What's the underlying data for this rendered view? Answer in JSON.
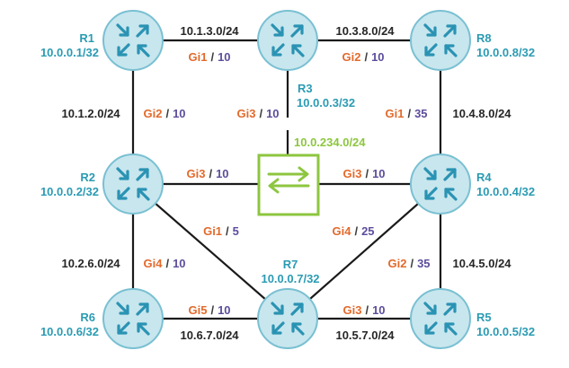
{
  "colors": {
    "router_fill": "#c8e6ee",
    "router_stroke": "#79c0d2",
    "router_arrow": "#2a93b3",
    "router_label": "#2b9bb3",
    "switch_fill": "#ffffff",
    "switch_stroke": "#8dc63f",
    "switch_net": "#8dc63f",
    "interface": "#e26a2c",
    "cost": "#5d4d9c",
    "network": "#262626",
    "link": "#1a1a1a"
  },
  "icons": {
    "router": "router-icon",
    "switch": "switch-icon"
  },
  "routers": [
    {
      "id": "r1",
      "name": "R1",
      "addr": "10.0.0.1/32"
    },
    {
      "id": "r3",
      "name": "R3",
      "addr": "10.0.0.3/32"
    },
    {
      "id": "r8",
      "name": "R8",
      "addr": "10.0.0.8/32"
    },
    {
      "id": "r2",
      "name": "R2",
      "addr": "10.0.0.2/32"
    },
    {
      "id": "r4",
      "name": "R4",
      "addr": "10.0.0.4/32"
    },
    {
      "id": "r7",
      "name": "R7",
      "addr": "10.0.0.7/32"
    },
    {
      "id": "r6",
      "name": "R6",
      "addr": "10.0.0.6/32"
    },
    {
      "id": "r5",
      "name": "R5",
      "addr": "10.0.0.5/32"
    }
  ],
  "switch": {
    "network": "10.0.234.0/24"
  },
  "networks": [
    "10.1.3.0/24",
    "10.3.8.0/24",
    "10.1.2.0/24",
    "10.4.8.0/24",
    "10.2.6.0/24",
    "10.4.5.0/24",
    "10.6.7.0/24",
    "10.5.7.0/24"
  ],
  "interfaces": [
    {
      "name": "Gi1",
      "cost": "10"
    },
    {
      "name": "Gi2",
      "cost": "10"
    },
    {
      "name": "Gi2",
      "cost": "10"
    },
    {
      "name": "Gi3",
      "cost": "10"
    },
    {
      "name": "Gi1",
      "cost": "35"
    },
    {
      "name": "Gi3",
      "cost": "10"
    },
    {
      "name": "Gi3",
      "cost": "10"
    },
    {
      "name": "Gi1",
      "cost": "5"
    },
    {
      "name": "Gi4",
      "cost": "25"
    },
    {
      "name": "Gi4",
      "cost": "10"
    },
    {
      "name": "Gi2",
      "cost": "35"
    },
    {
      "name": "Gi5",
      "cost": "10"
    },
    {
      "name": "Gi3",
      "cost": "10"
    }
  ],
  "separator": "/"
}
